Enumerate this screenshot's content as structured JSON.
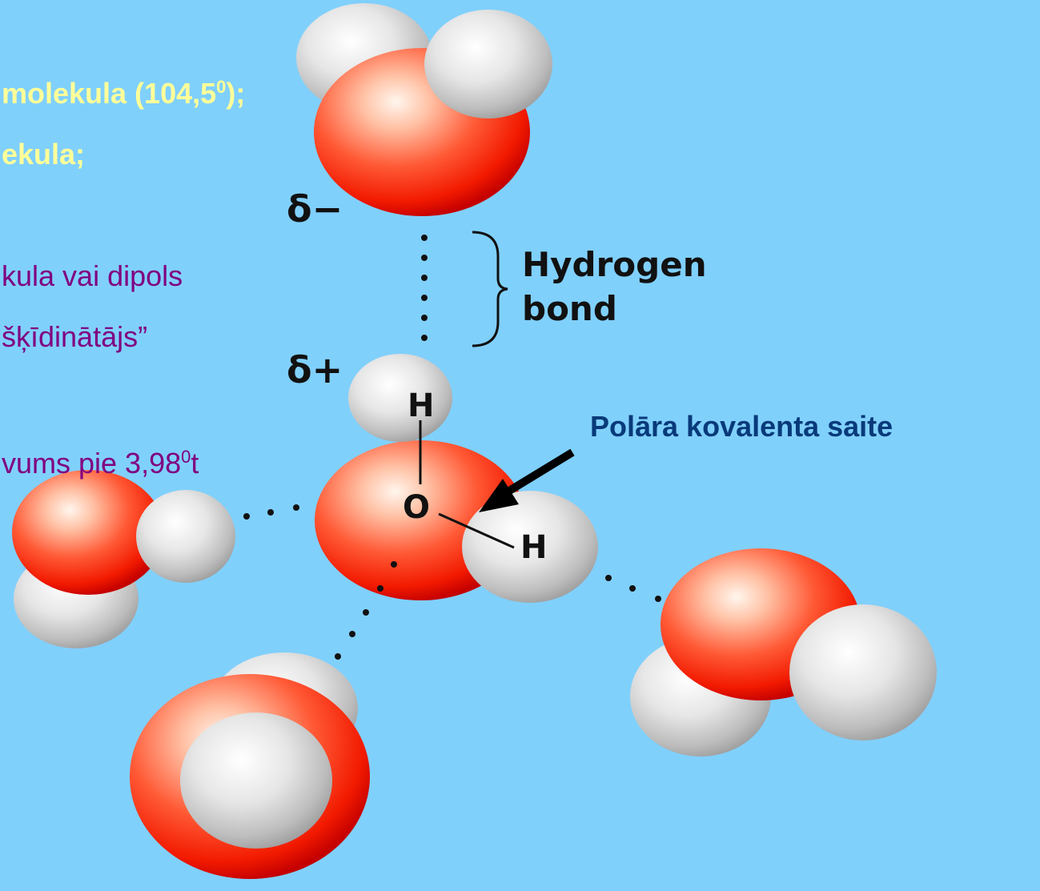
{
  "slide": {
    "line1": {
      "text": "molekula (104,5",
      "sup": "0",
      "tail": ");"
    },
    "line2": "ekula;",
    "line3": "kula vai dipols",
    "line4": "šķīdinātājs”",
    "line5": {
      "text": "vums pie 3,98",
      "sup": "0",
      "tail": "t"
    }
  },
  "diagram": {
    "delta_minus": "δ−",
    "delta_plus": "δ+",
    "hydrogen_label": "Hydrogen",
    "bond_label": "bond",
    "atom_h_top": "H",
    "atom_o": "O",
    "atom_h_right": "H",
    "polar_bond_label": "Polāra kovalenta saite"
  },
  "colors": {
    "background": "#80d0fc",
    "oxygen": "#ff2200",
    "hydrogen": "#d8d8d8",
    "yellow_text": "#ffff99",
    "purple_text": "#800080",
    "callout_text": "#083a7a"
  }
}
